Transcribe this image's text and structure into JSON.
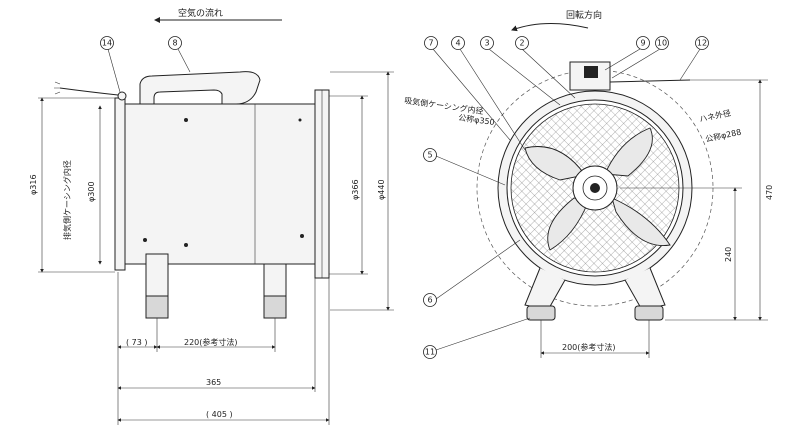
{
  "captions": {
    "airflow": "空気の流れ",
    "rotation": "回転方向"
  },
  "labels": {
    "exhaust_casing": "排気側ケーシング内径",
    "intake_casing": "吸気側ケーシング内径",
    "intake_nominal": "公称φ350",
    "blade_dia": "ハネ外径",
    "blade_nominal": "公称φ288"
  },
  "dimensions": {
    "d316": "φ316",
    "d300": "φ300",
    "d366": "φ366",
    "d440": "φ440",
    "w73": "( 73 )",
    "w220": "220(参考寸法)",
    "w365": "365",
    "w405": "( 405 )",
    "h470": "470",
    "h240": "240",
    "w200": "200(参考寸法)"
  },
  "callouts": [
    "2",
    "3",
    "4",
    "5",
    "6",
    "7",
    "8",
    "9",
    "10",
    "11",
    "12",
    "14"
  ]
}
